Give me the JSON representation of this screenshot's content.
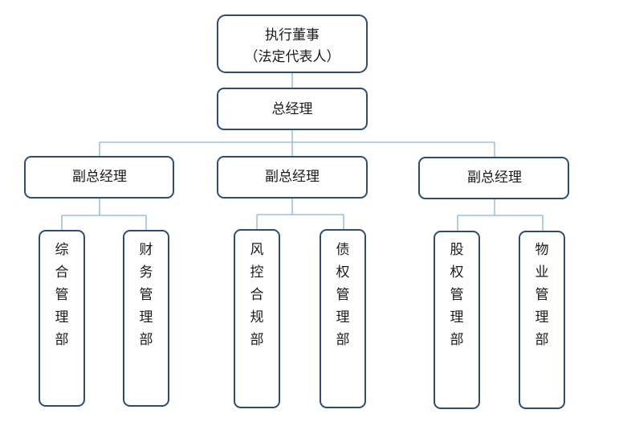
{
  "org": {
    "top": {
      "line1": "执行董事",
      "line2": "（法定代表人）"
    },
    "gm": {
      "label": "总经理"
    },
    "deputies": [
      {
        "label": "副总经理"
      },
      {
        "label": "副总经理"
      },
      {
        "label": "副总经理"
      }
    ],
    "departments": [
      {
        "label": "综合管理部"
      },
      {
        "label": "财务管理部"
      },
      {
        "label": "风控合规部"
      },
      {
        "label": "债权管理部"
      },
      {
        "label": "股权管理部"
      },
      {
        "label": "物业管理部"
      }
    ]
  },
  "colors": {
    "box_border": "#2e4d72",
    "connector": "#8ab3d6"
  }
}
